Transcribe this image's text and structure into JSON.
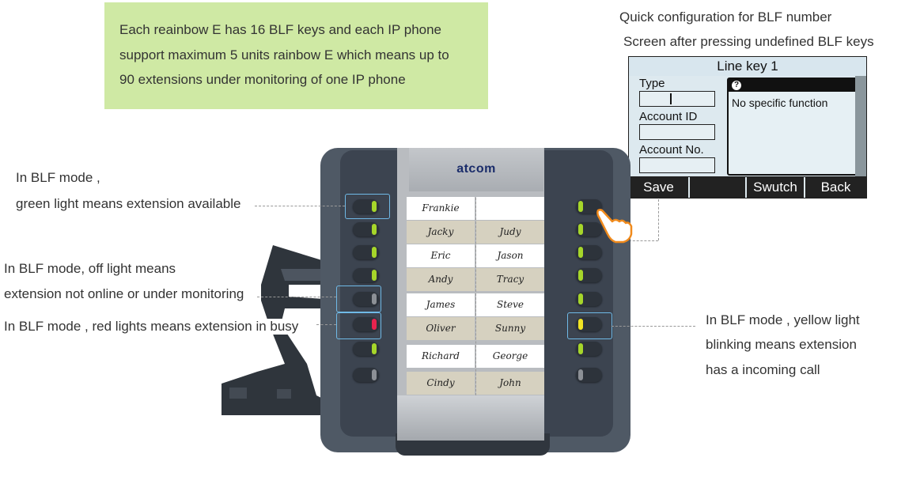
{
  "green_note": {
    "line1": "Each reainbow E has 16 BLF keys and each IP phone",
    "line2": "support maximum 5 units rainbow E which means up to",
    "line3": "90 extensions under monitoring of one IP phone"
  },
  "right_top": {
    "line1": "Quick configuration for BLF number",
    "line2": "Screen after pressing undefined BLF keys"
  },
  "screen": {
    "title": "Line key 1",
    "type_label": "Type",
    "account_id_label": "Account ID",
    "account_no_label": "Account No.",
    "popup_text": "No specific function",
    "softkeys": {
      "save": "Save",
      "blank": "",
      "switch": "Swutch",
      "back": "Back"
    }
  },
  "left_labels": {
    "green_1": "In BLF mode ,",
    "green_2": "green light means extension available",
    "off_1": "In BLF mode, off light means",
    "off_2": "extension not online or under monitoring",
    "red": "In BLF mode , red lights means extension in busy"
  },
  "right_labels": {
    "yellow_1": "In BLF mode , yellow light",
    "yellow_2": "blinking means extension",
    "yellow_3": "has a incoming call"
  },
  "device": {
    "brand": "atcom",
    "left_names": [
      "Frankie",
      "Jacky",
      "Eric",
      "Andy",
      "James",
      "Oliver",
      "Richard",
      "Cindy"
    ],
    "right_names": [
      "",
      "Judy",
      "Jason",
      "Tracy",
      "Steve",
      "Sunny",
      "George",
      "John"
    ],
    "left_leds": [
      "green",
      "green",
      "green",
      "green",
      "off",
      "red",
      "green",
      "off"
    ],
    "right_leds": [
      "green",
      "green",
      "green",
      "green",
      "green",
      "yellow",
      "green",
      "off"
    ]
  },
  "colors": {
    "green_led": "#a6d62a",
    "red_led": "#e8234e",
    "yellow_led": "#f1e424",
    "off_led": "#8c9096",
    "note_bg": "#cfe9a4",
    "highlight": "#6fb9e6"
  }
}
